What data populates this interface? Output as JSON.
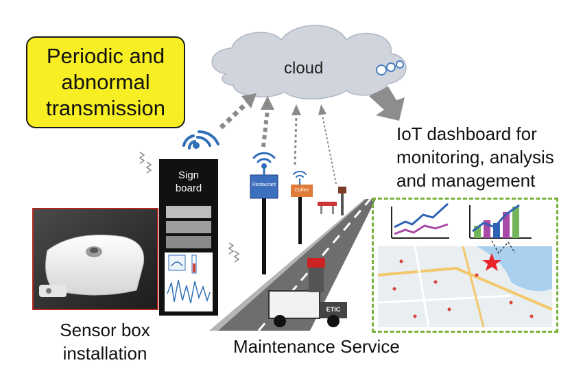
{
  "transmission_box": {
    "line1": "Periodic and",
    "line2": "abnormal",
    "line3": "transmission"
  },
  "cloud": {
    "label": "cloud"
  },
  "dashboard": {
    "line1": "IoT dashboard for",
    "line2": "monitoring, analysis",
    "line3": "and management"
  },
  "sensor": {
    "line1": "Sensor box",
    "line2": "installation"
  },
  "maintenance": {
    "label": "Maintenance Service"
  },
  "signboard": {
    "line1": "Sign",
    "line2": "board"
  },
  "shop_signs": {
    "restaurant": "Restaurant",
    "coffee": "Coffee"
  },
  "truck": {
    "label": "ETIC"
  },
  "colors": {
    "yellow_box": "#f7ee24",
    "cloud_fill": "#cfd4dd",
    "dashboard_border": "#79b03a",
    "wifi": "#2f6fb5",
    "sensor_border": "#b3261e"
  }
}
